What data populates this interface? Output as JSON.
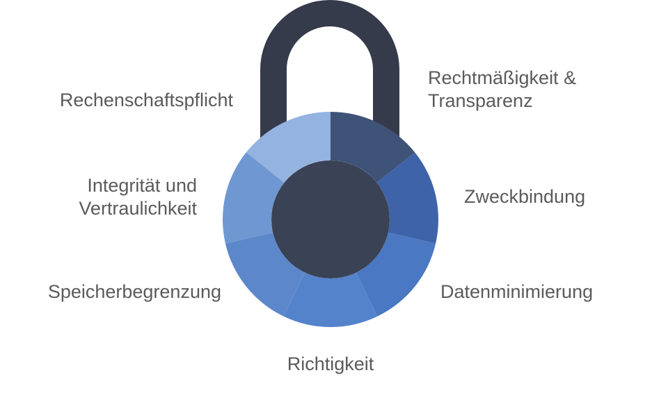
{
  "segments": [
    {
      "id": "rechtmaessigkeit",
      "lines": [
        "Rechtmäßigkeit &",
        "Transparenz"
      ],
      "color": "#3f5378"
    },
    {
      "id": "zweckbindung",
      "lines": [
        "Zweckbindung"
      ],
      "color": "#3e63a8"
    },
    {
      "id": "datenminimierung",
      "lines": [
        "Datenminimierung"
      ],
      "color": "#4a78c2"
    },
    {
      "id": "richtigkeit",
      "lines": [
        "Richtigkeit"
      ],
      "color": "#5483cc"
    },
    {
      "id": "speicherbegrenzung",
      "lines": [
        "Speicherbegrenzung"
      ],
      "color": "#5c88cb"
    },
    {
      "id": "integritaet",
      "lines": [
        "Integrität und",
        "Vertraulichkeit"
      ],
      "color": "#6f98d2"
    },
    {
      "id": "rechenschaftspflicht",
      "lines": [
        "Rechenschaftspflicht"
      ],
      "color": "#94b3e0"
    }
  ],
  "colors": {
    "shackle": "#353b4b",
    "center": "#3a4255",
    "label_text": "#5a5a5a"
  }
}
